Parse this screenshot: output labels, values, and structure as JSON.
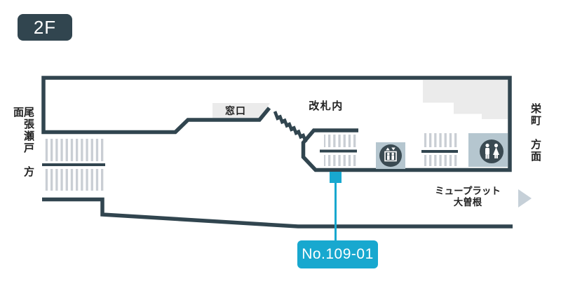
{
  "floor_badge": {
    "label": "2F"
  },
  "map": {
    "left_direction": "尾張瀬戸　方面",
    "right_direction": "栄町　方面",
    "ticket_window_label": "窓口",
    "inside_gate_label": "改札内",
    "exit_label_line1": "ミュープラット",
    "exit_label_line2": "大曽根"
  },
  "marker": {
    "label": "No.109-01"
  },
  "icons": [
    "elevator-icon",
    "restroom-icon",
    "exit-arrow-icon"
  ],
  "colors": {
    "wall": "#31454f",
    "stairs": "#c9ced4",
    "area_light": "#ebebeb",
    "facility_bg": "#b5c6cf",
    "icon_circle": "#3a4a52",
    "arrow": "#c6d0d8",
    "accent": "#18a8cf",
    "text": "#222222"
  }
}
